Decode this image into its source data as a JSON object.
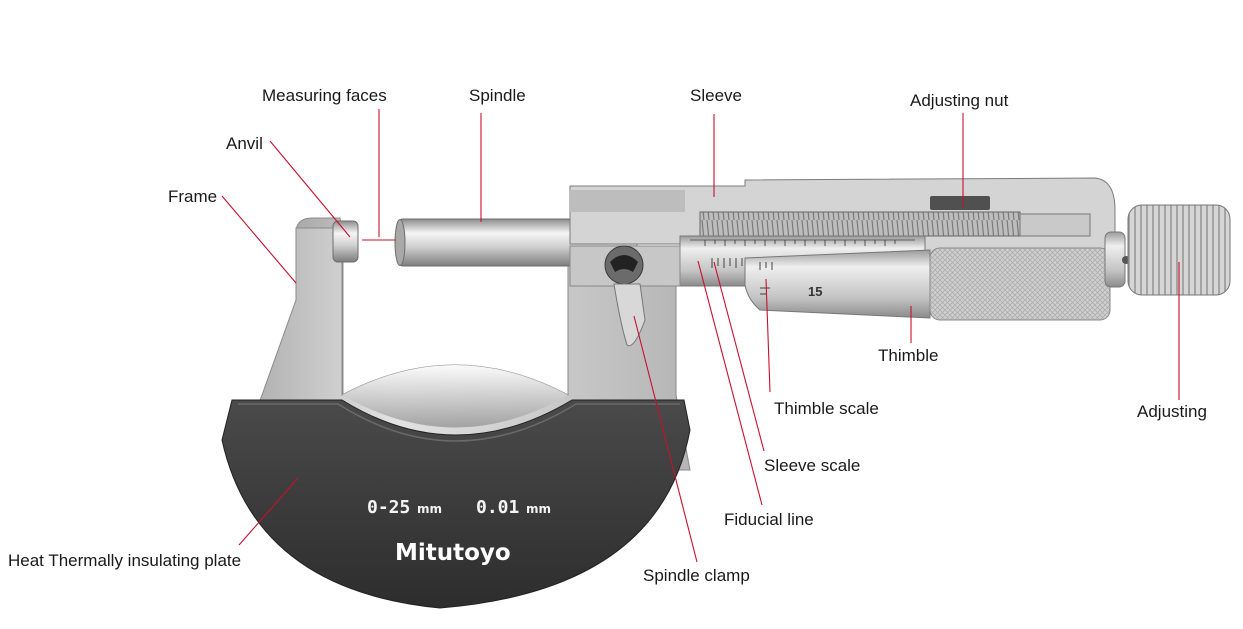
{
  "labels": {
    "measuring_faces": "Measuring faces",
    "spindle": "Spindle",
    "sleeve": "Sleeve",
    "adjusting_nut": "Adjusting nut",
    "anvil": "Anvil",
    "frame": "Frame",
    "thimble": "Thimble",
    "adjusting": "Adjusting",
    "thimble_scale": "Thimble scale",
    "sleeve_scale": "Sleeve scale",
    "fiducial_line": "Fiducial line",
    "spindle_clamp": "Spindle clamp",
    "insulating_plate": "Heat Thermally insulating plate"
  },
  "plate": {
    "range_value": "0-25",
    "range_unit": "mm",
    "resolution_value": "0.01",
    "resolution_unit": "mm",
    "brand": "Mitutoyo"
  },
  "thimble_number": "15",
  "colors": {
    "leader_line": "#c8102e",
    "plate": "#3b3b3b",
    "metal": "#c9c9c9"
  }
}
